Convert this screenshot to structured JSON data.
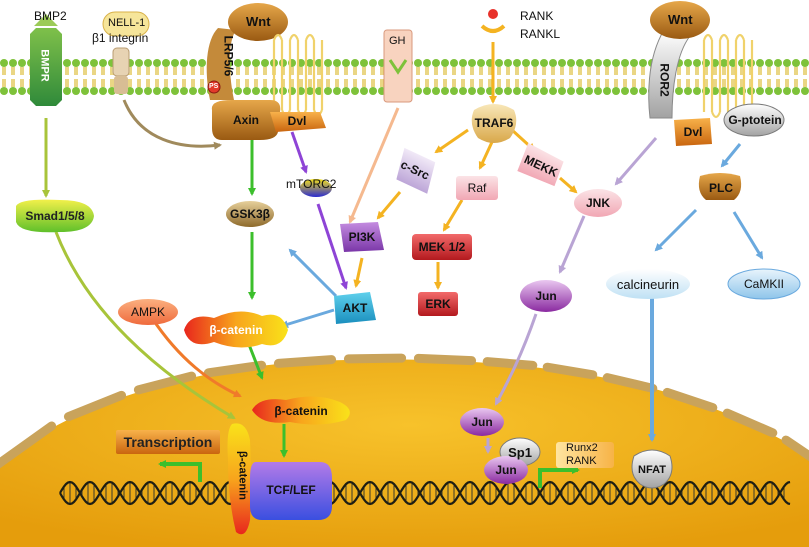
{
  "receptors": {
    "bmp2": "BMP2",
    "bmpr": "BMPR",
    "nell1": "NELL-1",
    "b1_integrin": "β1 integrin",
    "wnt_left": "Wnt",
    "lrp56": "LRP5/6",
    "ps": "PS",
    "gh": "GH",
    "rank": "RANK",
    "rankl": "RANKL",
    "wnt_right": "Wnt",
    "ror2": "ROR2"
  },
  "cytoplasm": {
    "axin": "Axin",
    "dvl_left": "Dvl",
    "mtorc2": "mTORC2",
    "gsk3b": "GSK3β",
    "smad": "Smad1/5/8",
    "pi3k": "PI3K",
    "akt": "AKT",
    "ampk": "AMPK",
    "bcatenin": "β-catenin",
    "traf6": "TRAF6",
    "csrc": "c-Src",
    "raf": "Raf",
    "mekk": "MEKK",
    "mek12": "MEK 1/2",
    "erk": "ERK",
    "jnk": "JNK",
    "jun": "Jun",
    "dvl_right": "Dvl",
    "gprotein": "G-ptotein",
    "plc": "PLC",
    "calcineurin": "calcineurin",
    "camkii": "CaMKII"
  },
  "nucleus": {
    "bcatenin_nuc": "β-catenin",
    "transcription": "Transcription",
    "bcatenin_vertical": "β-catenin",
    "tcflef": "TCF/LEF",
    "jun_nuc1": "Jun",
    "sp1": "Sp1",
    "jun_nuc2": "Jun",
    "runx2": "Runx2",
    "rank_gene": "RANK",
    "nfat": "NFAT"
  },
  "colors": {
    "membrane_head": "#7ec23a",
    "membrane_tail": "#e3c85a",
    "nucleus": "#f2b21a",
    "nucleus_rim": "#c9a35b",
    "wnt": "#b08a46",
    "green_arrow": "#3cbf2c",
    "orange_arrow": "#f4b321",
    "purple_arrow": "#8e44d6",
    "blue_arrow": "#6aa9de",
    "lavender_arrow": "#b9a4d4",
    "peach_arrow": "#f5b98f",
    "olive_arrow": "#a8c43a",
    "brown_arrow": "#a08a5c"
  }
}
